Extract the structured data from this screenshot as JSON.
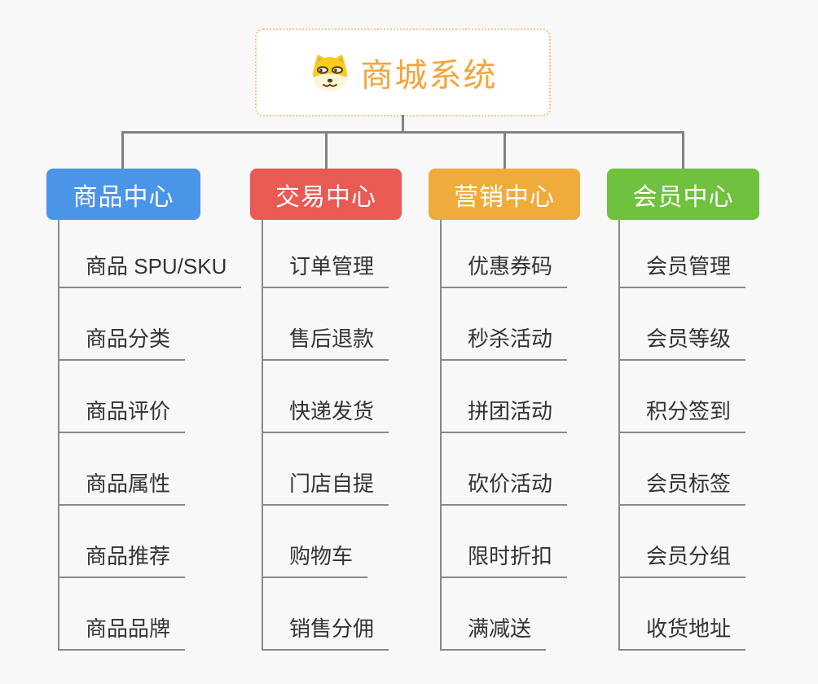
{
  "root": {
    "title": "商城系统",
    "icon": "doge-icon",
    "title_color": "#f0a63c",
    "border_color": "#f2c678"
  },
  "connector_color": "#818181",
  "branches": [
    {
      "label": "商品中心",
      "color": "#4b95e9",
      "items": [
        "商品 SPU/SKU",
        "商品分类",
        "商品评价",
        "商品属性",
        "商品推荐",
        "商品品牌"
      ]
    },
    {
      "label": "交易中心",
      "color": "#e85a53",
      "items": [
        "订单管理",
        "售后退款",
        "快递发货",
        "门店自提",
        "购物车",
        "销售分佣"
      ]
    },
    {
      "label": "营销中心",
      "color": "#efac3b",
      "items": [
        "优惠券码",
        "秒杀活动",
        "拼团活动",
        "砍价活动",
        "限时折扣",
        "满减送"
      ]
    },
    {
      "label": "会员中心",
      "color": "#6fc13e",
      "items": [
        "会员管理",
        "会员等级",
        "积分签到",
        "会员标签",
        "会员分组",
        "收货地址"
      ]
    }
  ]
}
